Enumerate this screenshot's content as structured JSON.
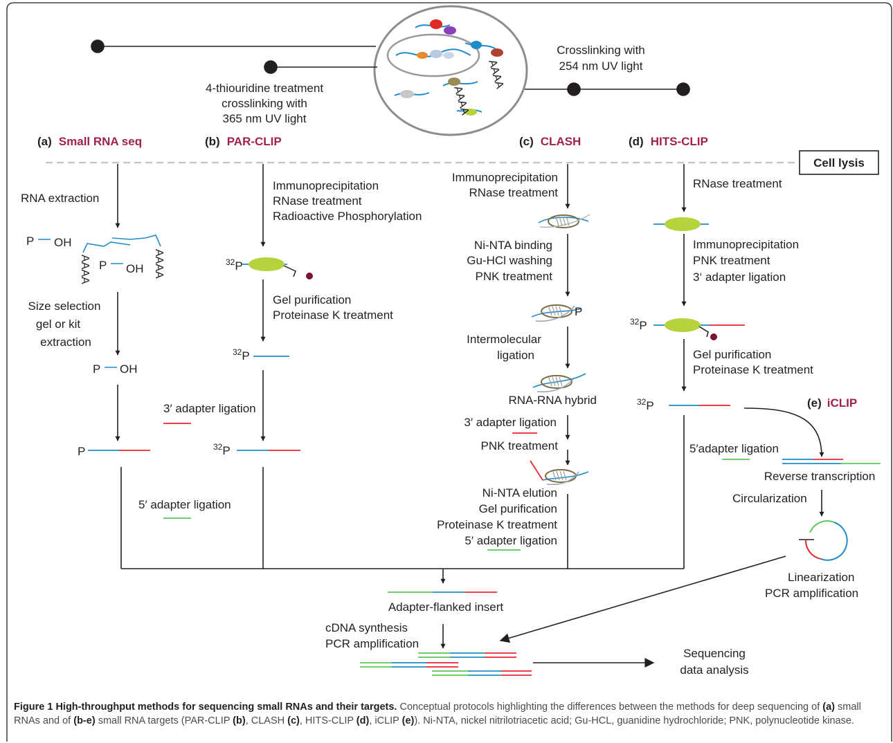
{
  "panels": {
    "a": {
      "tag": "(a)",
      "name": "Small RNA seq"
    },
    "b": {
      "tag": "(b)",
      "name": "PAR-CLIP"
    },
    "c": {
      "tag": "(c)",
      "name": "CLASH"
    },
    "d": {
      "tag": "(d)",
      "name": "HITS-CLIP"
    },
    "e": {
      "tag": "(e)",
      "name": "iCLIP"
    }
  },
  "header": {
    "thiouridine": [
      "4-thiouridine treatment",
      "crosslinking with",
      "365 nm UV light"
    ],
    "uv254": [
      "Crosslinking with",
      "254 nm UV light"
    ],
    "cell_lysis": "Cell lysis"
  },
  "col_a": {
    "rna_extraction": "RNA extraction",
    "p": "P",
    "oh": "OH",
    "polya": "AAAA",
    "size_selection": [
      "Size selection",
      "gel or kit",
      "extraction"
    ],
    "adapter3": "3′ adapter ligation",
    "adapter5": "5′ adapter ligation"
  },
  "col_b": {
    "steps1": [
      "Immunoprecipitation",
      "RNase treatment",
      "Radioactive Phosphorylation"
    ],
    "p32": "P",
    "sup32": "32",
    "steps2": [
      "Gel purification",
      "Proteinase K treatment"
    ]
  },
  "col_c": {
    "steps1": [
      "Immunoprecipitation",
      "RNase treatment"
    ],
    "steps2": [
      "Ni-NTA binding",
      "Gu-HCl washing",
      "PNK treatment"
    ],
    "p": "P",
    "steps3": [
      "Intermolecular",
      "ligation"
    ],
    "hybrid": "RNA-RNA hybrid",
    "adapter3": "3′ adapter ligation",
    "pnk": "PNK treatment",
    "steps4": [
      "Ni-NTA elution",
      "Gel purification",
      "Proteinase K treatment",
      "5′ adapter ligation"
    ]
  },
  "col_d": {
    "rnase": "RNase treatment",
    "steps1": [
      "Immunoprecipitation",
      "PNK treatment",
      "3‘ adapter ligation"
    ],
    "steps2": [
      "Gel purification",
      "Proteinase K treatment"
    ],
    "adapter5": "5′adapter ligation"
  },
  "col_e": {
    "rt": "Reverse transcription",
    "circ": "Circularization",
    "lin": [
      "Linearization",
      "PCR amplification"
    ]
  },
  "bottom": {
    "insert": "Adapter-flanked insert",
    "cdna": [
      "cDNA synthesis",
      "PCR amplification"
    ],
    "seq": [
      "Sequencing",
      "data analysis"
    ]
  },
  "colors": {
    "rna": "#1f8bc9",
    "adapter3": "#e8262b",
    "adapter5": "#5cc75a",
    "protein": "#b5d33c",
    "title": "#a0224a",
    "phosphate": "#7a1332"
  },
  "caption": {
    "fig": "Figure 1",
    "title": "High-throughput methods for sequencing small RNAs and their targets.",
    "t1": "Conceptual protocols highlighting the differences between the methods for deep sequencing of",
    "a": "(a)",
    "t2": "small RNAs and of",
    "be": "(b-e)",
    "t3": "small RNA targets (PAR-CLIP",
    "b": "(b)",
    "t4": ", CLASH",
    "c": "(c)",
    "t5": ", HITS-CLIP",
    "d": "(d)",
    "t6": ", iCLIP",
    "e": "(e)",
    "t7": "). Ni-NTA, nickel nitrilotriacetic acid; Gu-HCL, guanidine hydrochloride; PNK, polynucleotide kinase."
  }
}
